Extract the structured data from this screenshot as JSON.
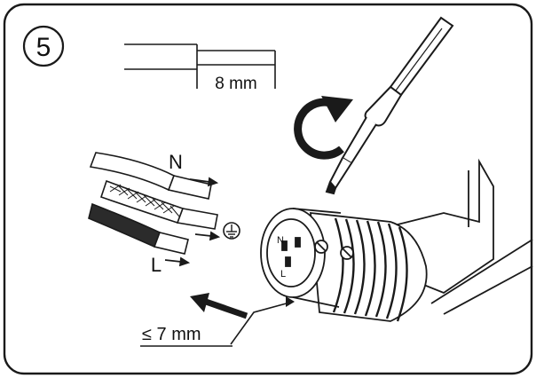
{
  "step": {
    "number": "5"
  },
  "strip_length": {
    "text": "8 mm"
  },
  "insert_depth": {
    "text": "≤ 7 mm"
  },
  "wires": {
    "neutral": "N",
    "live": "L",
    "earth_symbol": "⏚"
  },
  "connector_labels": {
    "n": "N",
    "l": "L"
  },
  "colors": {
    "line": "#1a1a1a",
    "background": "#ffffff",
    "wire_dark": "#2b2b2b"
  }
}
